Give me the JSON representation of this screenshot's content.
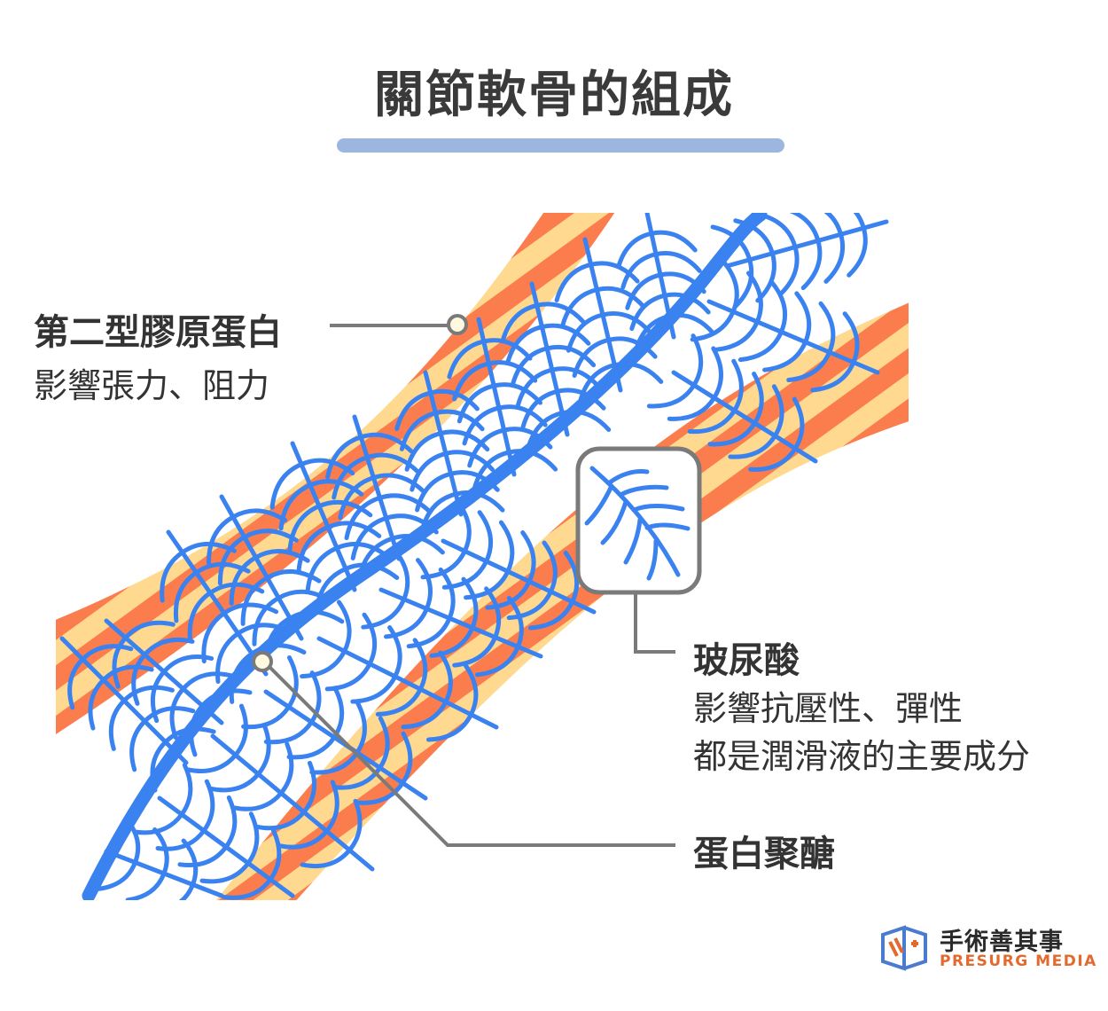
{
  "header": {
    "title": "關節軟骨的組成"
  },
  "labels": {
    "collagen": {
      "title": "第二型膠原蛋白",
      "desc": "影響張力、阻力"
    },
    "hyaluronic": {
      "title": "玻尿酸",
      "desc_lines": [
        "影響抗壓性、彈性",
        "都是潤滑液的主要成分"
      ]
    },
    "proteoglycan": {
      "title": "蛋白聚醣"
    }
  },
  "brand": {
    "name_cn": "手術善其事",
    "name_en": "PRESURG MEDIA",
    "icon": "presurg-logo-icon"
  },
  "colors": {
    "blue": "#3a82f0",
    "orange": "#fb7d4d",
    "yellow": "#fed98f",
    "title_bar": "#9db6df",
    "leader": "#7a7a7a",
    "brand_orange": "#e36a2e"
  }
}
